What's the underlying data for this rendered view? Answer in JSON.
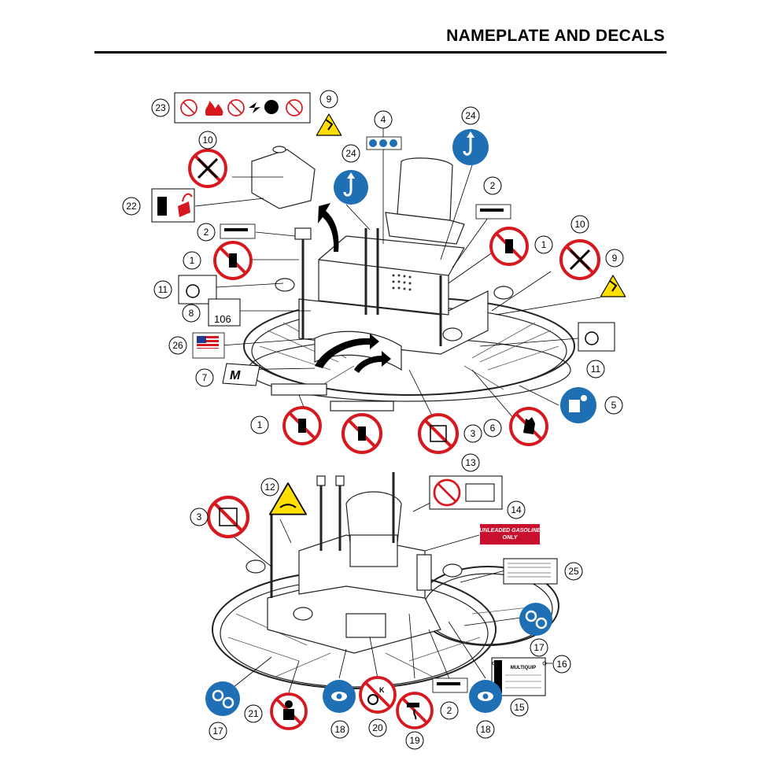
{
  "page": {
    "title": "NAMEPLATE AND DECALS"
  },
  "decals": {
    "fuel_label_line1": "UNLEADED GASOLINE",
    "fuel_label_line2": "ONLY",
    "hour_meter_value": "106",
    "nameplate_brand": "MULTIQUIP"
  },
  "callouts": {
    "c23": "23",
    "c9a": "9",
    "c4": "4",
    "c24a": "24",
    "c10a": "10",
    "c24b": "24",
    "c22": "22",
    "c2a": "2",
    "c2b": "2",
    "c10b": "10",
    "c1a": "1",
    "c1b": "1",
    "c9b": "9",
    "c11a": "11",
    "c8": "8",
    "c26": "26",
    "c11b": "11",
    "c7": "7",
    "c5": "5",
    "c1c": "1",
    "c3a": "3",
    "c6": "6",
    "c13": "13",
    "c12": "12",
    "c3b": "3",
    "c14": "14",
    "c25": "25",
    "c17a": "17",
    "c16": "16",
    "c15": "15",
    "c17b": "17",
    "c21": "21",
    "c18a": "18",
    "c20": "20",
    "c19": "19",
    "c2c": "2",
    "c18b": "18"
  },
  "colors": {
    "prohibition_red": "#d7191f",
    "mandatory_blue": "#1f6fb5",
    "warning_yellow": "#ffde00",
    "fuel_label_bg": "#c8102e"
  }
}
